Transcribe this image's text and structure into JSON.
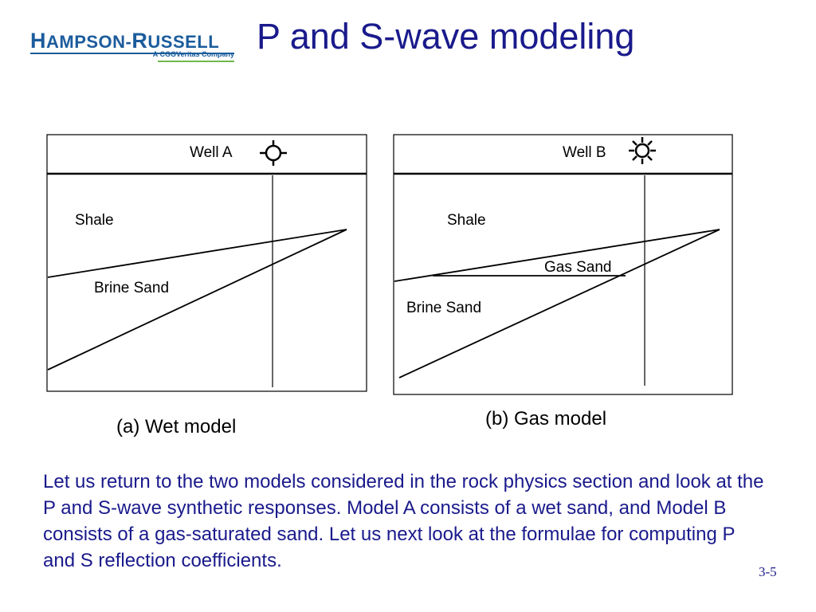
{
  "logo": {
    "name_big_1": "H",
    "name_rest_1": "AMPSON-",
    "name_big_2": "R",
    "name_rest_2": "USSELL",
    "tagline": "A CGGVeritas Company"
  },
  "title": "P and S-wave modeling",
  "panel_a": {
    "well_label": "Well A",
    "well_icon": "dry-well-symbol",
    "layers": [
      "Shale",
      "Brine Sand"
    ],
    "caption": "(a) Wet model"
  },
  "panel_b": {
    "well_label": "Well B",
    "well_icon": "gas-well-symbol",
    "layers": [
      "Shale",
      "Gas Sand",
      "Brine Sand"
    ],
    "caption": "(b) Gas model"
  },
  "body_text": "Let us return to the two models considered in the rock physics section and look at the P and S-wave synthetic responses.  Model A consists of a wet sand, and Model B consists of a gas-saturated sand.  Let us next look at the formulae for computing P and S reflection coefficients.",
  "page_number": "3-5",
  "colors": {
    "title": "#1a1a8c",
    "logo_blue": "#1b5c9c",
    "logo_green": "#6fb84a"
  }
}
